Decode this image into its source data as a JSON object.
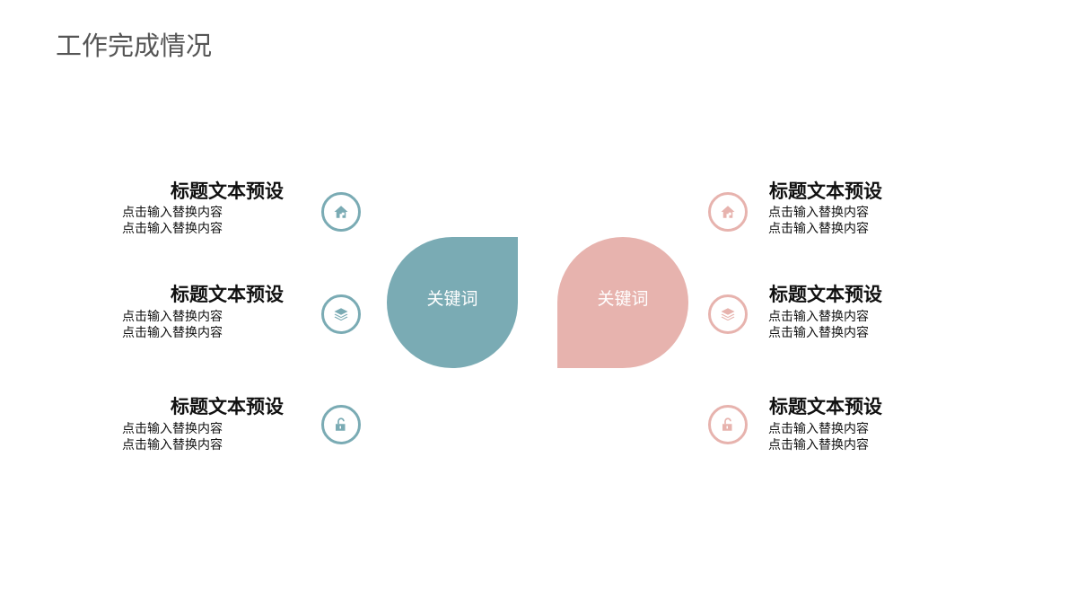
{
  "page": {
    "title": "工作完成情况"
  },
  "colors": {
    "teal": "#7aabb4",
    "pink": "#e7b3ae",
    "title_text": "#555555"
  },
  "center": {
    "left_keyword": "关键词",
    "right_keyword": "关键词"
  },
  "left_items": [
    {
      "title": "标题文本预设",
      "line1": "点击输入替换内容",
      "line2": "点击输入替换内容",
      "icon": "home-icon"
    },
    {
      "title": "标题文本预设",
      "line1": "点击输入替换内容",
      "line2": "点击输入替换内容",
      "icon": "layers-icon"
    },
    {
      "title": "标题文本预设",
      "line1": "点击输入替换内容",
      "line2": "点击输入替换内容",
      "icon": "unlock-icon"
    }
  ],
  "right_items": [
    {
      "title": "标题文本预设",
      "line1": "点击输入替换内容",
      "line2": "点击输入替换内容",
      "icon": "home-icon"
    },
    {
      "title": "标题文本预设",
      "line1": "点击输入替换内容",
      "line2": "点击输入替换内容",
      "icon": "layers-icon"
    },
    {
      "title": "标题文本预设",
      "line1": "点击输入替换内容",
      "line2": "点击输入替换内容",
      "icon": "unlock-icon"
    }
  ]
}
